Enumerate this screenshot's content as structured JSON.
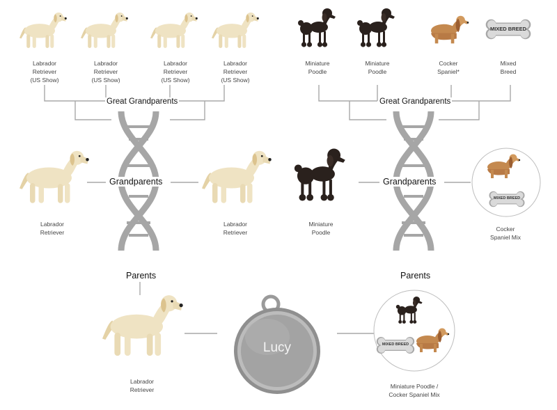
{
  "generations": {
    "great_grandparents": "Great Grandparents",
    "grandparents": "Grandparents",
    "parents": "Parents"
  },
  "great_grandparents_left": [
    {
      "breed": "Labrador\nRetriever\n(US Show)",
      "icon": "labrador-icon"
    },
    {
      "breed": "Labrador\nRetriever\n(US Show)",
      "icon": "labrador-icon"
    },
    {
      "breed": "Labrador\nRetriever\n(US Show)",
      "icon": "labrador-icon"
    },
    {
      "breed": "Labrador\nRetriever\n(US Show)",
      "icon": "labrador-icon"
    }
  ],
  "great_grandparents_right": [
    {
      "breed": "Miniature\nPoodle",
      "icon": "poodle-icon"
    },
    {
      "breed": "Miniature\nPoodle",
      "icon": "poodle-icon"
    },
    {
      "breed": "Cocker\nSpaniel*",
      "icon": "cocker-spaniel-icon"
    },
    {
      "breed": "Mixed\nBreed",
      "icon": "bone-tag-icon"
    }
  ],
  "mixed_breed_tag": "MIXED BREED",
  "grandparents": [
    {
      "breed": "Labrador\nRetriever",
      "icon": "labrador-icon"
    },
    {
      "breed": "Labrador\nRetriever",
      "icon": "labrador-icon"
    },
    {
      "breed": "Miniature\nPoodle",
      "icon": "poodle-icon"
    },
    {
      "breed": "Cocker\nSpaniel Mix",
      "icon": "cocker-spaniel-mix-icon"
    }
  ],
  "parents": [
    {
      "breed": "Labrador\nRetriever",
      "icon": "labrador-icon"
    },
    {
      "breed": "Miniature Poodle /\nCocker Spaniel Mix",
      "icon": "poodle-cocker-mix-icon"
    }
  ],
  "dog": {
    "name": "Lucy",
    "icon": "name-tag-icon"
  },
  "colors": {
    "line": "#a9a9a9",
    "helix": "#a6a6a6",
    "lab": "#efe3c3",
    "poodle": "#2a211d",
    "spaniel": "#b87a45",
    "tag": "#a7a7a7"
  }
}
